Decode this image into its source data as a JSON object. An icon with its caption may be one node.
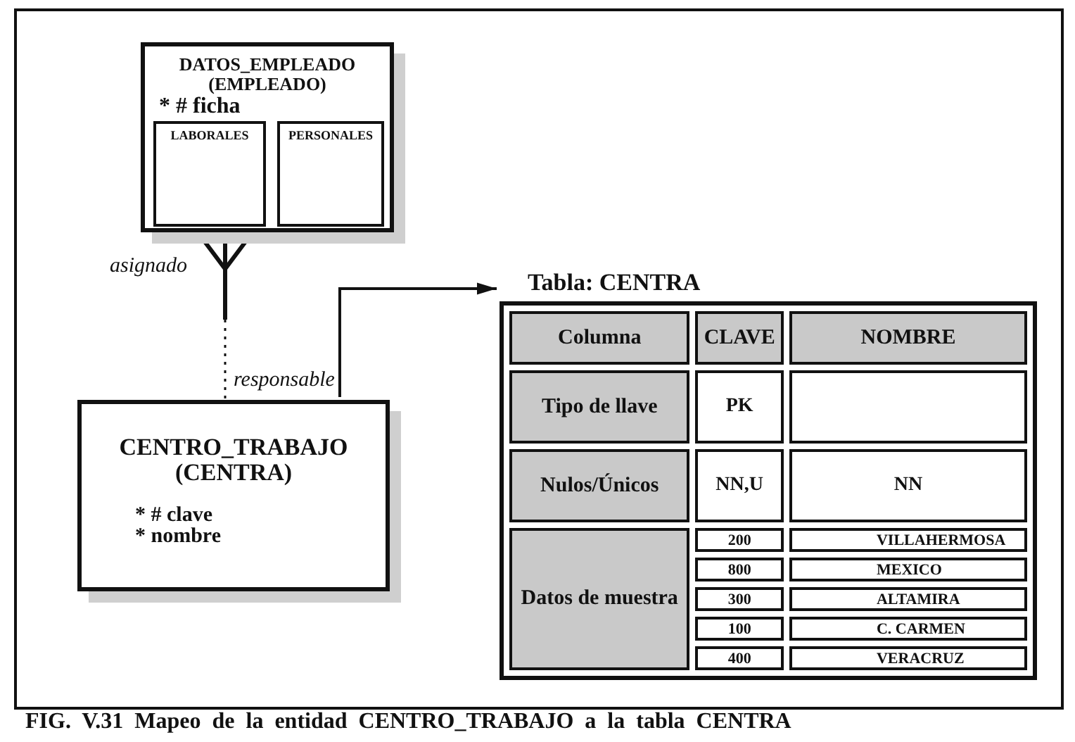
{
  "diagram": {
    "caption": "FIG. V.31 Mapeo de la entidad CENTRO_TRABAJO a la tabla CENTRA",
    "nodes": [
      {
        "text": [
          "DATOS_EMPLEADO (EMPLEADO)",
          "* # ficha"
        ]
      },
      {
        "text": [
          "LABORALES"
        ],
        "in": 0
      },
      {
        "text": [
          "PERSONALES"
        ],
        "in": 0
      },
      {
        "text": [
          "CENTRO_TRABAJO (CENTRA)",
          "* # clave",
          "* nombre"
        ]
      },
      {
        "text": [
          "Tabla: CENTRA"
        ]
      }
    ],
    "edges": [
      {
        "from": 0,
        "to": 3,
        "arrow": "other",
        "label": "asignado"
      },
      {
        "from": 3,
        "to": 4,
        "arrow": "to"
      }
    ],
    "labels": [
      "responsable",
      "Columna",
      "CLAVE",
      "NOMBRE",
      "Tipo de llave",
      "PK",
      "Nulos/Únicos",
      "NN,U",
      "NN",
      "Datos de muestra",
      "200",
      "VILLAHERMOSA",
      "800",
      "MEXICO",
      "300",
      "ALTAMIRA",
      "100",
      "C. CARMEN",
      "400",
      "VERACRUZ"
    ]
  }
}
